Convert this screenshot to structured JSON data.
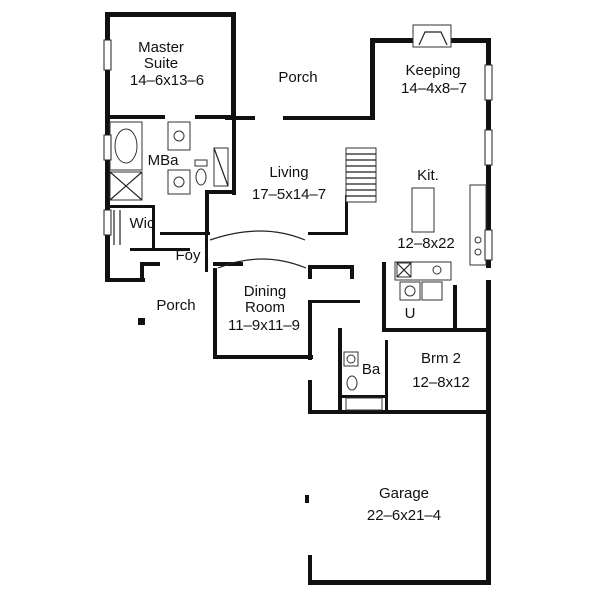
{
  "rooms": {
    "master_suite": {
      "name_line1": "Master",
      "name_line2": "Suite",
      "dims": "14–6x13–6"
    },
    "porch_top": {
      "name": "Porch"
    },
    "keeping": {
      "name": "Keeping",
      "dims": "14–4x8–7"
    },
    "mba": {
      "name": "MBa"
    },
    "living": {
      "name": "Living",
      "dims": "17–5x14–7"
    },
    "kit": {
      "name": "Kit.",
      "dims": "12–8x22"
    },
    "wic": {
      "name": "Wic"
    },
    "foy": {
      "name": "Foy"
    },
    "porch_left": {
      "name": "Porch"
    },
    "dining": {
      "name_line1": "Dining",
      "name_line2": "Room",
      "dims": "11–9x11–9"
    },
    "utility": {
      "name": "U"
    },
    "ba": {
      "name": "Ba"
    },
    "brm2": {
      "name": "Brm  2",
      "dims": "12–8x12"
    },
    "garage": {
      "name": "Garage",
      "dims": "22–6x21–4"
    }
  }
}
